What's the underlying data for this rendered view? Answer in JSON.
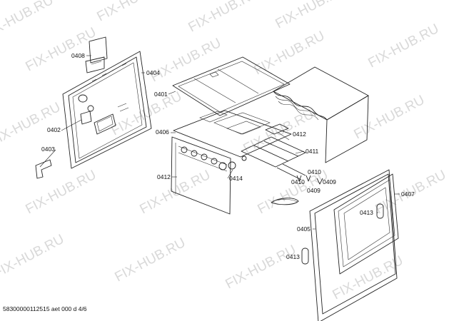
{
  "watermark": "FIX-HUB.RU",
  "footer": "58300000112515 aet 000 d 4/6",
  "callouts": {
    "p0408": "0408",
    "p0404": "0404",
    "p0401": "0401",
    "p0402": "0402",
    "p0403": "0403",
    "p0406": "0406",
    "p0412a": "0412",
    "p0412b": "0412",
    "p0411": "0411",
    "p0414": "0414",
    "p0410a": "0410",
    "p0410b": "0410",
    "p0409a": "0409",
    "p0409b": "0409",
    "p0407": "0407",
    "p0413a": "0413",
    "p0413b": "0413",
    "p0405": "0405"
  }
}
